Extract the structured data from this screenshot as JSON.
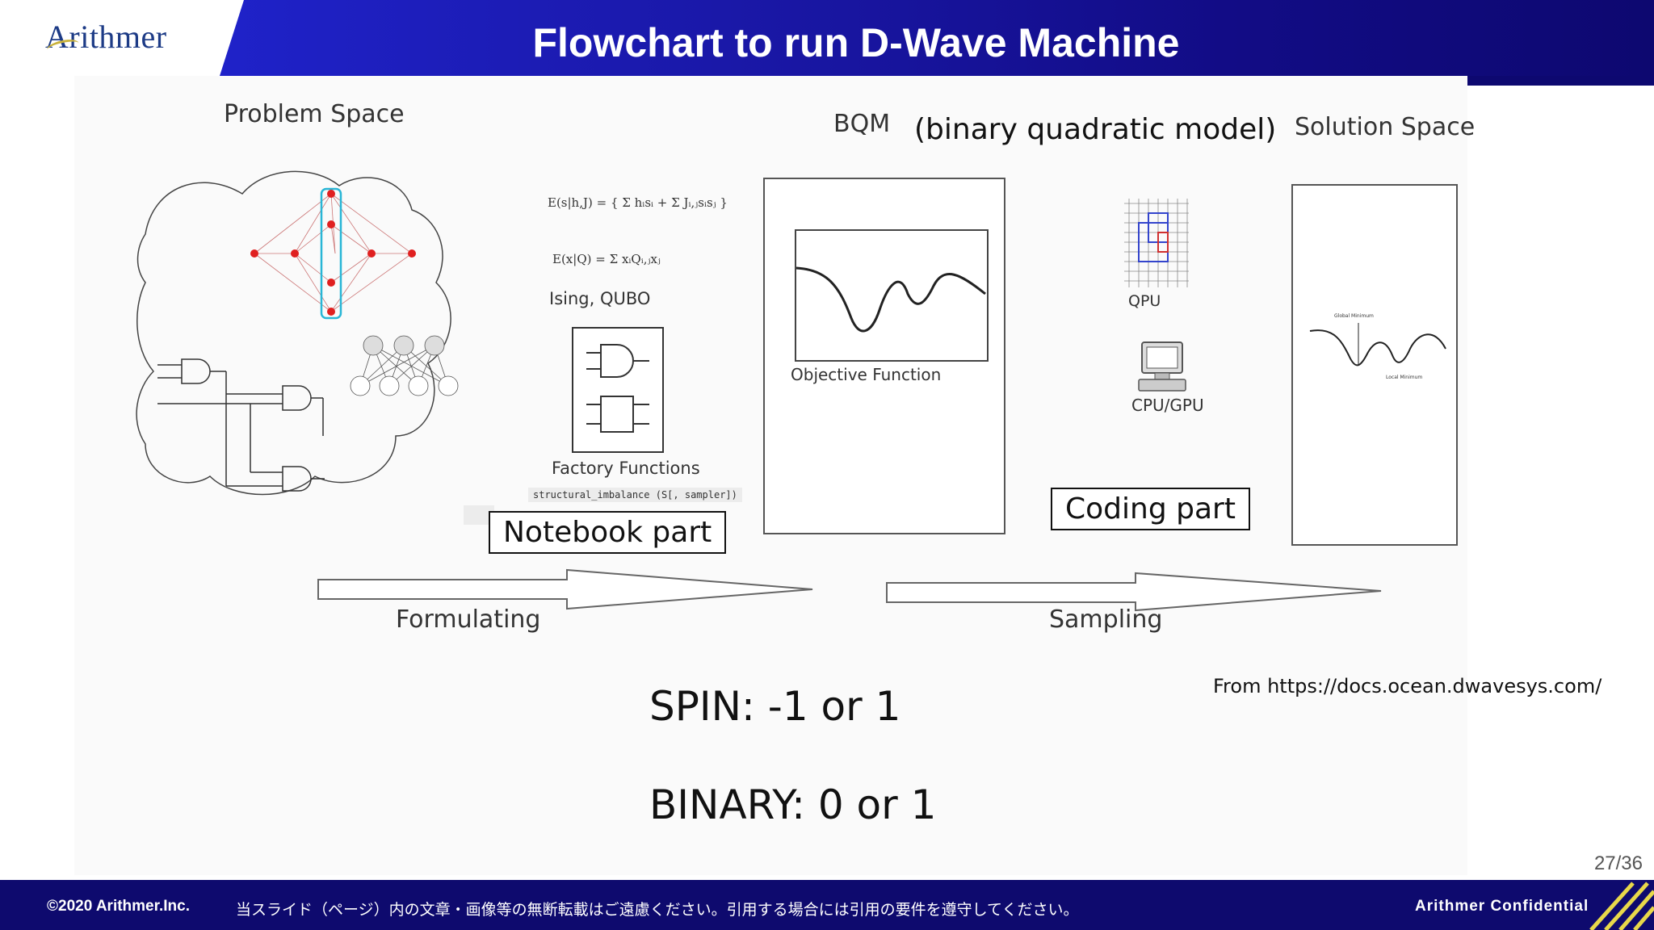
{
  "header": {
    "logo": "Arithmer",
    "title": "Flowchart to run D-Wave Machine"
  },
  "diagram": {
    "problem_space": "Problem Space",
    "bqm": "BQM",
    "bqm_expansion": "(binary quadratic model)",
    "solution_space": "Solution Space",
    "ising_qubo": "Ising, QUBO",
    "factory_functions": "Factory Functions",
    "factory_code": "structural_imbalance (S[, sampler])",
    "objective_function": "Objective Function",
    "qpu": "QPU",
    "cpu_gpu": "CPU/GPU",
    "global_minimum": "Global Minimum",
    "local_minimum": "Local Minimum",
    "formulating": "Formulating",
    "sampling": "Sampling",
    "notebook_part": "Notebook part",
    "coding_part": "Coding part",
    "source": "From https://docs.ocean.dwavesys.com/",
    "eq_ising": "E(s|h,J) = { Σ hᵢsᵢ + Σ Jᵢ,ⱼsᵢsⱼ }",
    "eq_qubo": "E(x|Q) = Σ xᵢQᵢ,ⱼxⱼ"
  },
  "body": {
    "spin": "SPIN: -1 or 1",
    "binary": "BINARY: 0 or 1"
  },
  "footer": {
    "copyright": "©2020 Arithmer.Inc.",
    "notice": "当スライド（ページ）内の文章・画像等の無断転載はご遠慮ください。引用する場合には引用の要件を遵守してください。",
    "confidential": "Arithmer Confidential",
    "page": "27/36"
  },
  "colors": {
    "header_blue": "#1a18a8",
    "footer_navy": "#0e0a6e",
    "node_red": "#e02020",
    "highlight_cyan": "#29b6d6",
    "qpu_blue": "#3344cc"
  }
}
